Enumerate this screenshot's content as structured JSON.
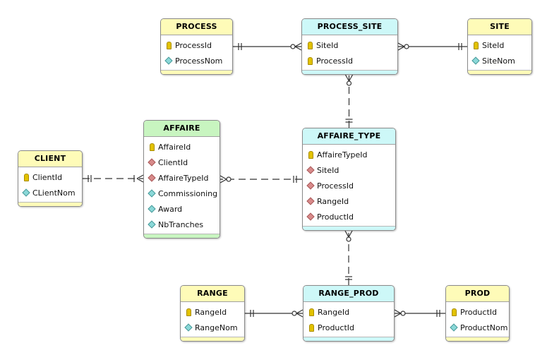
{
  "diagram": {
    "entities": {
      "process": {
        "title": "PROCESS",
        "fields": [
          {
            "name": "ProcessId",
            "icon": "key"
          },
          {
            "name": "ProcessNom",
            "icon": "attribute"
          }
        ]
      },
      "process_site": {
        "title": "PROCESS_SITE",
        "fields": [
          {
            "name": "SiteId",
            "icon": "key"
          },
          {
            "name": "ProcessId",
            "icon": "key"
          }
        ]
      },
      "site": {
        "title": "SITE",
        "fields": [
          {
            "name": "SiteId",
            "icon": "key"
          },
          {
            "name": "SiteNom",
            "icon": "attribute"
          }
        ]
      },
      "affaire": {
        "title": "AFFAIRE",
        "fields": [
          {
            "name": "AffaireId",
            "icon": "key"
          },
          {
            "name": "ClientId",
            "icon": "foreign-key"
          },
          {
            "name": "AffaireTypeId",
            "icon": "foreign-key"
          },
          {
            "name": "Commissioning",
            "icon": "attribute"
          },
          {
            "name": "Award",
            "icon": "attribute"
          },
          {
            "name": "NbTranches",
            "icon": "attribute"
          }
        ]
      },
      "client": {
        "title": "CLIENT",
        "fields": [
          {
            "name": "ClientId",
            "icon": "key"
          },
          {
            "name": "CLientNom",
            "icon": "attribute"
          }
        ]
      },
      "affaire_type": {
        "title": "AFFAIRE_TYPE",
        "fields": [
          {
            "name": "AffaireTypeId",
            "icon": "key"
          },
          {
            "name": "SiteId",
            "icon": "foreign-key"
          },
          {
            "name": "ProcessId",
            "icon": "foreign-key"
          },
          {
            "name": "RangeId",
            "icon": "foreign-key"
          },
          {
            "name": "ProductId",
            "icon": "foreign-key"
          }
        ]
      },
      "range": {
        "title": "RANGE",
        "fields": [
          {
            "name": "RangeId",
            "icon": "key"
          },
          {
            "name": "RangeNom",
            "icon": "attribute"
          }
        ]
      },
      "range_prod": {
        "title": "RANGE_PROD",
        "fields": [
          {
            "name": "RangeId",
            "icon": "key"
          },
          {
            "name": "ProductId",
            "icon": "key"
          }
        ]
      },
      "prod": {
        "title": "PROD",
        "fields": [
          {
            "name": "ProductId",
            "icon": "key"
          },
          {
            "name": "ProductNom",
            "icon": "attribute"
          }
        ]
      }
    },
    "relationships": [
      {
        "one": "process",
        "many": "process_site",
        "identifying": true
      },
      {
        "one": "site",
        "many": "process_site",
        "identifying": true
      },
      {
        "one": "affaire_type",
        "many": "process_site",
        "identifying": false
      },
      {
        "one": "client",
        "many": "affaire",
        "identifying": false
      },
      {
        "one": "affaire_type",
        "many": "affaire",
        "identifying": false
      },
      {
        "one": "range_prod",
        "many": "affaire_type",
        "identifying": false
      },
      {
        "one": "range",
        "many": "range_prod",
        "identifying": true
      },
      {
        "one": "prod",
        "many": "range_prod",
        "identifying": true
      }
    ],
    "colors": {
      "lookup_entity": "#fefbb8",
      "link_entity": "#cdf8f8",
      "main_entity": "#c8f5c0",
      "key_icon": "#e2c200",
      "foreign_key_icon": "#d88a8a",
      "attribute_icon": "#8ad8d8"
    }
  }
}
